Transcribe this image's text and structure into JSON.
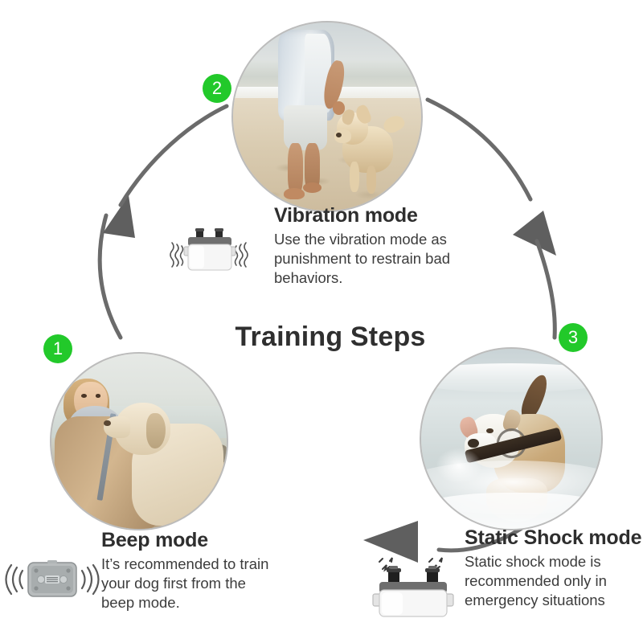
{
  "title": "Training Steps",
  "theme": {
    "badge_green": "#22c92a",
    "arrow_gray": "#6b6b6b",
    "title_color": "#2f2f2f",
    "text_color": "#3c3c3c",
    "background": "#ffffff"
  },
  "steps": [
    {
      "number": "1",
      "title": "Beep mode",
      "description": "It’s recommended to train your dog first from the beep mode.",
      "photo_alt": "Smiling woman in tan coat hugging a golden retriever at the beach",
      "device_icon": "collar-beep-icon"
    },
    {
      "number": "2",
      "title": "Vibration mode",
      "description": "Use the vibration mode as punishment to restrain bad behaviors.",
      "photo_alt": "Person walking on the sand with a golden retriever by the sea",
      "device_icon": "collar-vibration-icon"
    },
    {
      "number": "3",
      "title": "Static Shock mode",
      "description": "Static shock mode is recommended only in emergency situations",
      "photo_alt": "Tan and white dog running through the surf carrying a stick",
      "device_icon": "collar-shock-icon"
    }
  ],
  "flow": {
    "arrow_1_to_2": "arrow-up-left-arc",
    "arrow_2_to_3": "arrow-down-right-arc",
    "arrow_3_to_1": "arrow-left-bottom"
  }
}
